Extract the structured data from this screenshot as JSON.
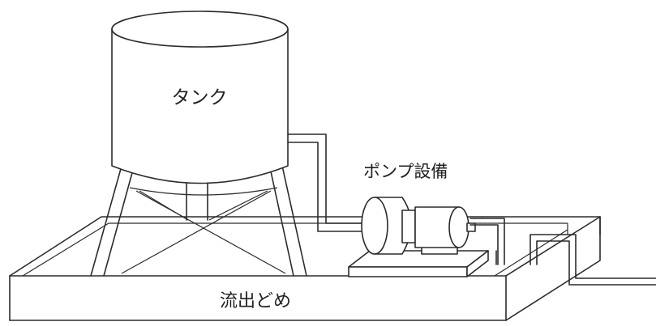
{
  "labels": {
    "tank": "タンク",
    "pump": "ポンプ設備",
    "dike": "流出どめ"
  },
  "colors": {
    "line": "#2b2b2b",
    "background": "#ffffff"
  }
}
